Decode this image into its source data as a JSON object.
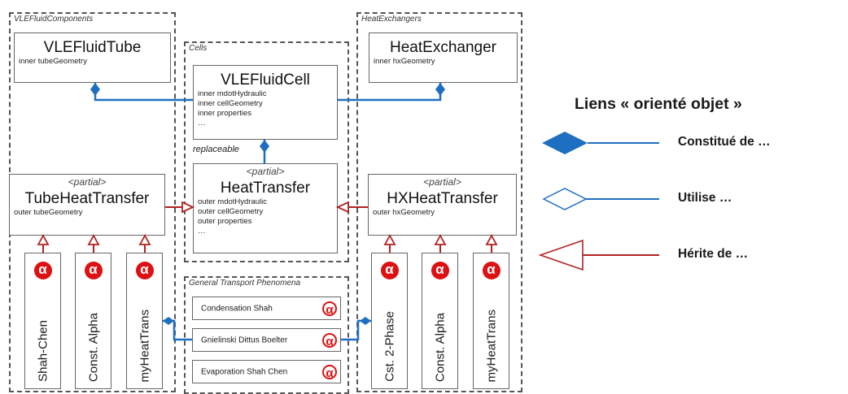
{
  "packages": {
    "vle": {
      "title": "VLEFluidComponents"
    },
    "cells": {
      "title": "Cells"
    },
    "hx": {
      "title": "HeatExchangers"
    },
    "gtp": {
      "title": "General Transport Phenomena"
    }
  },
  "classes": {
    "vle_fluid_tube": {
      "name": "VLEFluidTube",
      "attrs": [
        "inner tubeGeometry"
      ]
    },
    "heat_exchanger": {
      "name": "HeatExchanger",
      "attrs": [
        "inner hxGeometry"
      ]
    },
    "vle_fluid_cell": {
      "name": "VLEFluidCell",
      "attrs": [
        "inner mdotHydraulic",
        "inner cellGeometry",
        "inner properties",
        "…"
      ]
    },
    "heat_transfer": {
      "stereotype": "<partial>",
      "name": "HeatTransfer",
      "attrs": [
        "outer mdotHydraulic",
        "outer cellGeometry",
        "outer properties",
        "…"
      ]
    },
    "tube_heat_transfer": {
      "stereotype": "<partial>",
      "name": "TubeHeatTransfer",
      "attrs": [
        "outer tubeGeometry"
      ]
    },
    "hx_heat_transfer": {
      "stereotype": "<partial>",
      "name": "HXHeatTransfer",
      "attrs": [
        "outer hxGeometry"
      ]
    }
  },
  "replaceable_label": "replaceable",
  "models_left": [
    {
      "label": "Shah-Chen",
      "icon": "alpha-icon"
    },
    {
      "label": "Const. Alpha",
      "icon": "alpha-icon"
    },
    {
      "label": "myHeatTrans",
      "icon": "alpha-icon"
    }
  ],
  "models_right": [
    {
      "label": "Cst. 2-Phase",
      "icon": "alpha-icon"
    },
    {
      "label": "Const. Alpha",
      "icon": "alpha-icon"
    },
    {
      "label": "myHeatTrans",
      "icon": "alpha-icon"
    }
  ],
  "correlations": [
    {
      "label": "Condensation Shah"
    },
    {
      "label": "Gnielinski Dittus Boelter"
    },
    {
      "label": "Evaporation Shah Chen"
    }
  ],
  "model_symbol": "α",
  "legend": {
    "title": "Liens « orienté objet »",
    "composition": "Constitué de …",
    "aggregation": "Utilise …",
    "inheritance": "Hérite de …"
  },
  "colors": {
    "composition": "#1f6fc0",
    "inheritance": "#b22222",
    "model_mark": "#dd1111"
  }
}
